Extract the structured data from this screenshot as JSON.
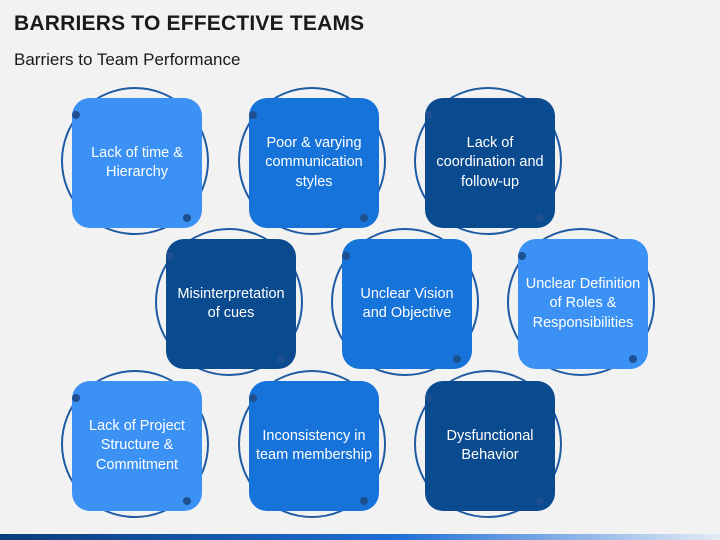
{
  "header": {
    "title": "BARRIERS TO EFFECTIVE TEAMS",
    "subtitle": "Barriers to Team Performance"
  },
  "cards": [
    {
      "text": "Lack of time & Hierarchy",
      "shade": "light"
    },
    {
      "text": "Poor & varying communication styles",
      "shade": "mid"
    },
    {
      "text": "Lack of coordination and follow-up",
      "shade": "dark"
    },
    {
      "text": "Misinterpretation of cues",
      "shade": "dark"
    },
    {
      "text": "Unclear Vision and Objective",
      "shade": "mid"
    },
    {
      "text": "Unclear Definition of Roles & Responsibilities",
      "shade": "light"
    },
    {
      "text": "Lack of Project Structure & Commitment",
      "shade": "light"
    },
    {
      "text": "Inconsistency in team membership",
      "shade": "mid"
    },
    {
      "text": "Dysfunctional Behavior",
      "shade": "dark"
    }
  ],
  "colors": {
    "light": "#3c91f5",
    "mid": "#1673da",
    "dark": "#0a4a8e",
    "ring": "#1f5aa3"
  }
}
